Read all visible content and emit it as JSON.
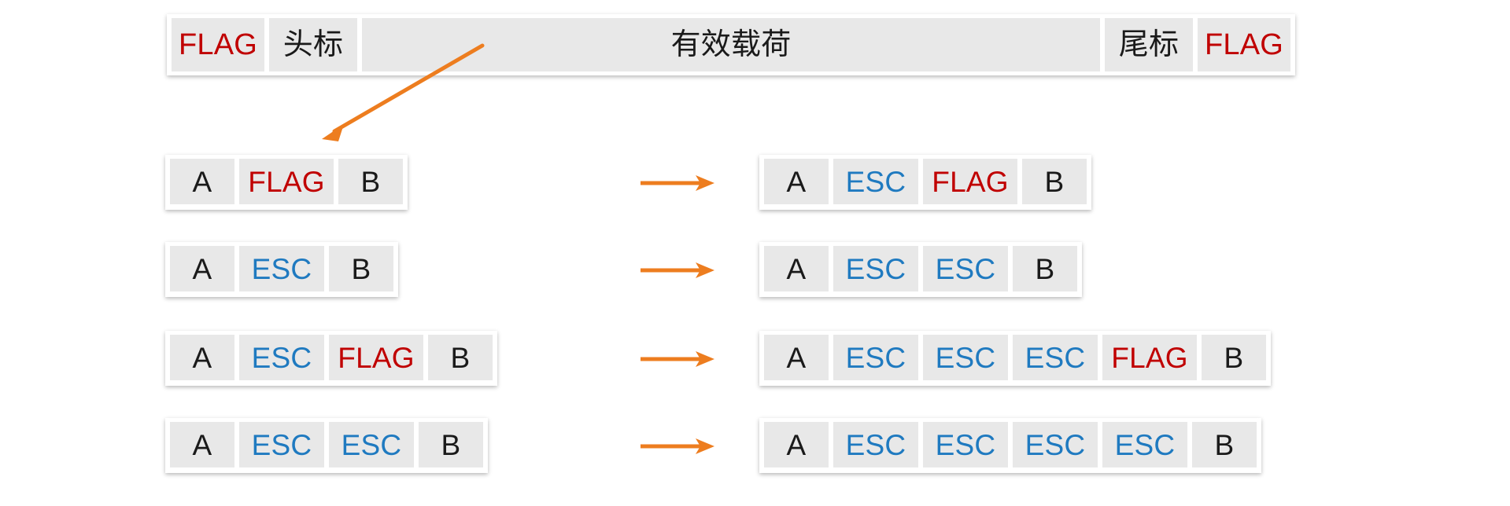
{
  "colors": {
    "flag_red": "#C00000",
    "esc_blue": "#1F7AC0",
    "arrow_orange": "#ED7D1F",
    "cell_bg": "#E8E8E8",
    "text_black": "#1A1A1A"
  },
  "frame_bar": {
    "name": "frame-structure-bar",
    "cells": [
      {
        "text": "FLAG",
        "style": "flag"
      },
      {
        "text": "头标",
        "style": "plain"
      },
      {
        "text": "有效载荷",
        "style": "plain"
      },
      {
        "text": "尾标",
        "style": "plain"
      },
      {
        "text": "FLAG",
        "style": "flag"
      }
    ]
  },
  "pointer_arrow": {
    "name": "payload-pointer-arrow",
    "direction": "down-left",
    "color": "#ED7D1F"
  },
  "rows": [
    {
      "id": "row-1",
      "before": [
        {
          "text": "A",
          "style": "plain",
          "w": "w-a"
        },
        {
          "text": "FLAG",
          "style": "flag",
          "w": "w-flg"
        },
        {
          "text": "B",
          "style": "plain",
          "w": "w-b"
        }
      ],
      "after": [
        {
          "text": "A",
          "style": "plain",
          "w": "w-a"
        },
        {
          "text": "ESC",
          "style": "esc",
          "w": "w-esc"
        },
        {
          "text": "FLAG",
          "style": "flag",
          "w": "w-flg"
        },
        {
          "text": "B",
          "style": "plain",
          "w": "w-b"
        }
      ]
    },
    {
      "id": "row-2",
      "before": [
        {
          "text": "A",
          "style": "plain",
          "w": "w-a"
        },
        {
          "text": "ESC",
          "style": "esc",
          "w": "w-esc"
        },
        {
          "text": "B",
          "style": "plain",
          "w": "w-b"
        }
      ],
      "after": [
        {
          "text": "A",
          "style": "plain",
          "w": "w-a"
        },
        {
          "text": "ESC",
          "style": "esc",
          "w": "w-esc"
        },
        {
          "text": "ESC",
          "style": "esc",
          "w": "w-esc"
        },
        {
          "text": "B",
          "style": "plain",
          "w": "w-b"
        }
      ]
    },
    {
      "id": "row-3",
      "before": [
        {
          "text": "A",
          "style": "plain",
          "w": "w-a"
        },
        {
          "text": "ESC",
          "style": "esc",
          "w": "w-esc"
        },
        {
          "text": "FLAG",
          "style": "flag",
          "w": "w-flg"
        },
        {
          "text": "B",
          "style": "plain",
          "w": "w-b"
        }
      ],
      "after": [
        {
          "text": "A",
          "style": "plain",
          "w": "w-a"
        },
        {
          "text": "ESC",
          "style": "esc",
          "w": "w-esc"
        },
        {
          "text": "ESC",
          "style": "esc",
          "w": "w-esc"
        },
        {
          "text": "ESC",
          "style": "esc",
          "w": "w-esc"
        },
        {
          "text": "FLAG",
          "style": "flag",
          "w": "w-flg"
        },
        {
          "text": "B",
          "style": "plain",
          "w": "w-b"
        }
      ]
    },
    {
      "id": "row-4",
      "before": [
        {
          "text": "A",
          "style": "plain",
          "w": "w-a"
        },
        {
          "text": "ESC",
          "style": "esc",
          "w": "w-esc"
        },
        {
          "text": "ESC",
          "style": "esc",
          "w": "w-esc"
        },
        {
          "text": "B",
          "style": "plain",
          "w": "w-b"
        }
      ],
      "after": [
        {
          "text": "A",
          "style": "plain",
          "w": "w-a"
        },
        {
          "text": "ESC",
          "style": "esc",
          "w": "w-esc"
        },
        {
          "text": "ESC",
          "style": "esc",
          "w": "w-esc"
        },
        {
          "text": "ESC",
          "style": "esc",
          "w": "w-esc"
        },
        {
          "text": "ESC",
          "style": "esc",
          "w": "w-esc"
        },
        {
          "text": "B",
          "style": "plain",
          "w": "w-b"
        }
      ]
    }
  ]
}
